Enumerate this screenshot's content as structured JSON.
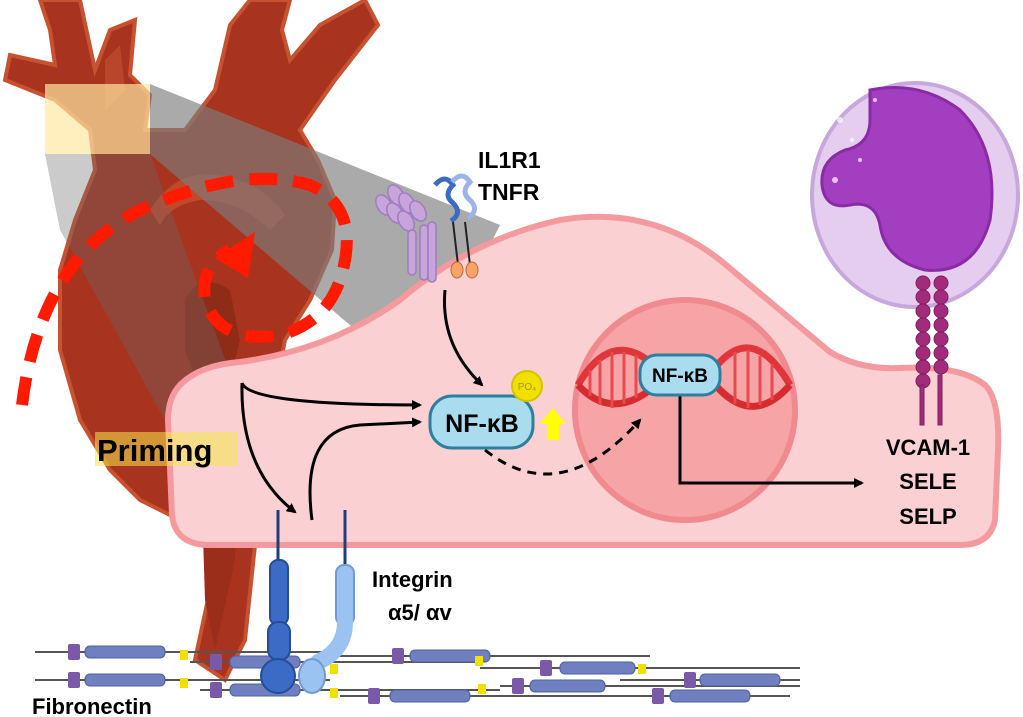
{
  "labels": {
    "receptor_top": "IL1R1",
    "receptor_bottom": "TNFR",
    "nfkb_cytoplasm": "NF-κB",
    "phospho": "PO₄",
    "nfkb_nucleus": "NF-κB",
    "priming": "Priming",
    "integrin_top": "Integrin",
    "integrin_bottom": "α5/ αv",
    "fibronectin": "Fibronectin",
    "target_1": "VCAM-1",
    "target_2": "SELE",
    "target_3": "SELP"
  },
  "colors": {
    "artery": "#a8341f",
    "artery_edge": "#c8522f",
    "cell": "#fbd0d2",
    "cell_edge": "#f49a9e",
    "nucleus": "#f7a4a6",
    "flow_arrow": "#ff1a00",
    "nfkb_fill": "#a9dcee",
    "nfkb_edge": "#2e7f9e",
    "phospho": "#f2e000",
    "up_arrow": "#ffff00",
    "leukocyte": "#e4cdee",
    "leukocyte_nucleus": "#a43ec0",
    "ligand_chain": "#a22c7b",
    "integrin_dark": "#3b6bc4",
    "integrin_light": "#9cc2f2",
    "fibronectin": "#6f7fc0",
    "fibronectin_node": "#7a5aa8"
  }
}
